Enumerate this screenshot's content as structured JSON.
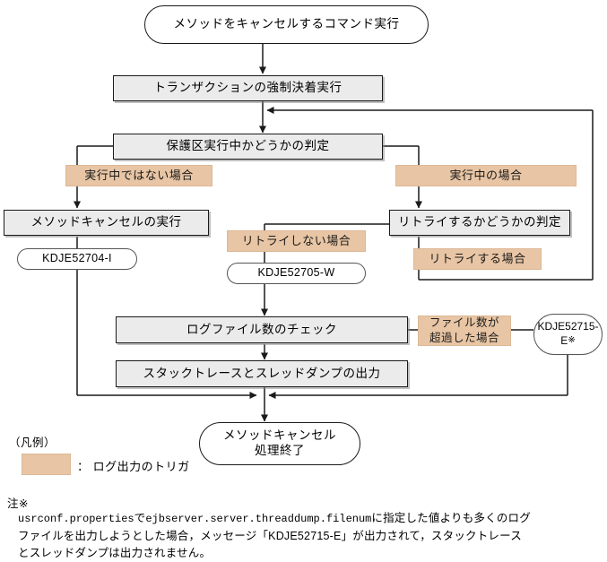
{
  "diagram": {
    "title_node": "メソッドをキャンセルするコマンド実行",
    "end_node_line1": "メソッドキャンセル",
    "end_node_line2": "処理終了",
    "nodes": {
      "force_settle": "トランザクションの強制決着実行",
      "protected_area_decision": "保護区実行中かどうかの判定",
      "method_cancel_exec": "メソッドキャンセルの実行",
      "retry_decision": "リトライするかどうかの判定",
      "log_file_count_check": "ログファイル数のチェック",
      "stacktrace_threaddump": "スタックトレースとスレッドダンプの出力"
    },
    "tags": {
      "not_running": "実行中ではない場合",
      "running": "実行中の場合",
      "no_retry": "リトライしない場合",
      "retry": "リトライする場合",
      "file_count_exceeded_line1": "ファイル数が",
      "file_count_exceeded_line2": "超過した場合"
    },
    "messages": {
      "kdje52704i": "KDJE52704-I",
      "kdje52705w": "KDJE52705-W",
      "kdje52715e_line1": "KDJE52715-",
      "kdje52715e_line2": "E",
      "kdje52715e_mark": "※"
    }
  },
  "legend": {
    "title": "（凡例）",
    "swatch_label": "： ログ出力のトリガ"
  },
  "note": {
    "heading": "注※",
    "line1_a": "usrconf.properties",
    "line1_b": "で",
    "line1_c": "ejbserver.server.threaddump.filenum",
    "line1_d": "に指定した値よりも多くのログ",
    "line2": "ファイルを出力しようとした場合，メッセージ「KDJE52715-E」が出力されて，スタックトレース",
    "line3": "とスレッドダンプは出力されません。"
  },
  "colors": {
    "trigger_tan": "#e8c5a4",
    "process_grey": "#ebebeb",
    "line": "#1a1a1a"
  }
}
